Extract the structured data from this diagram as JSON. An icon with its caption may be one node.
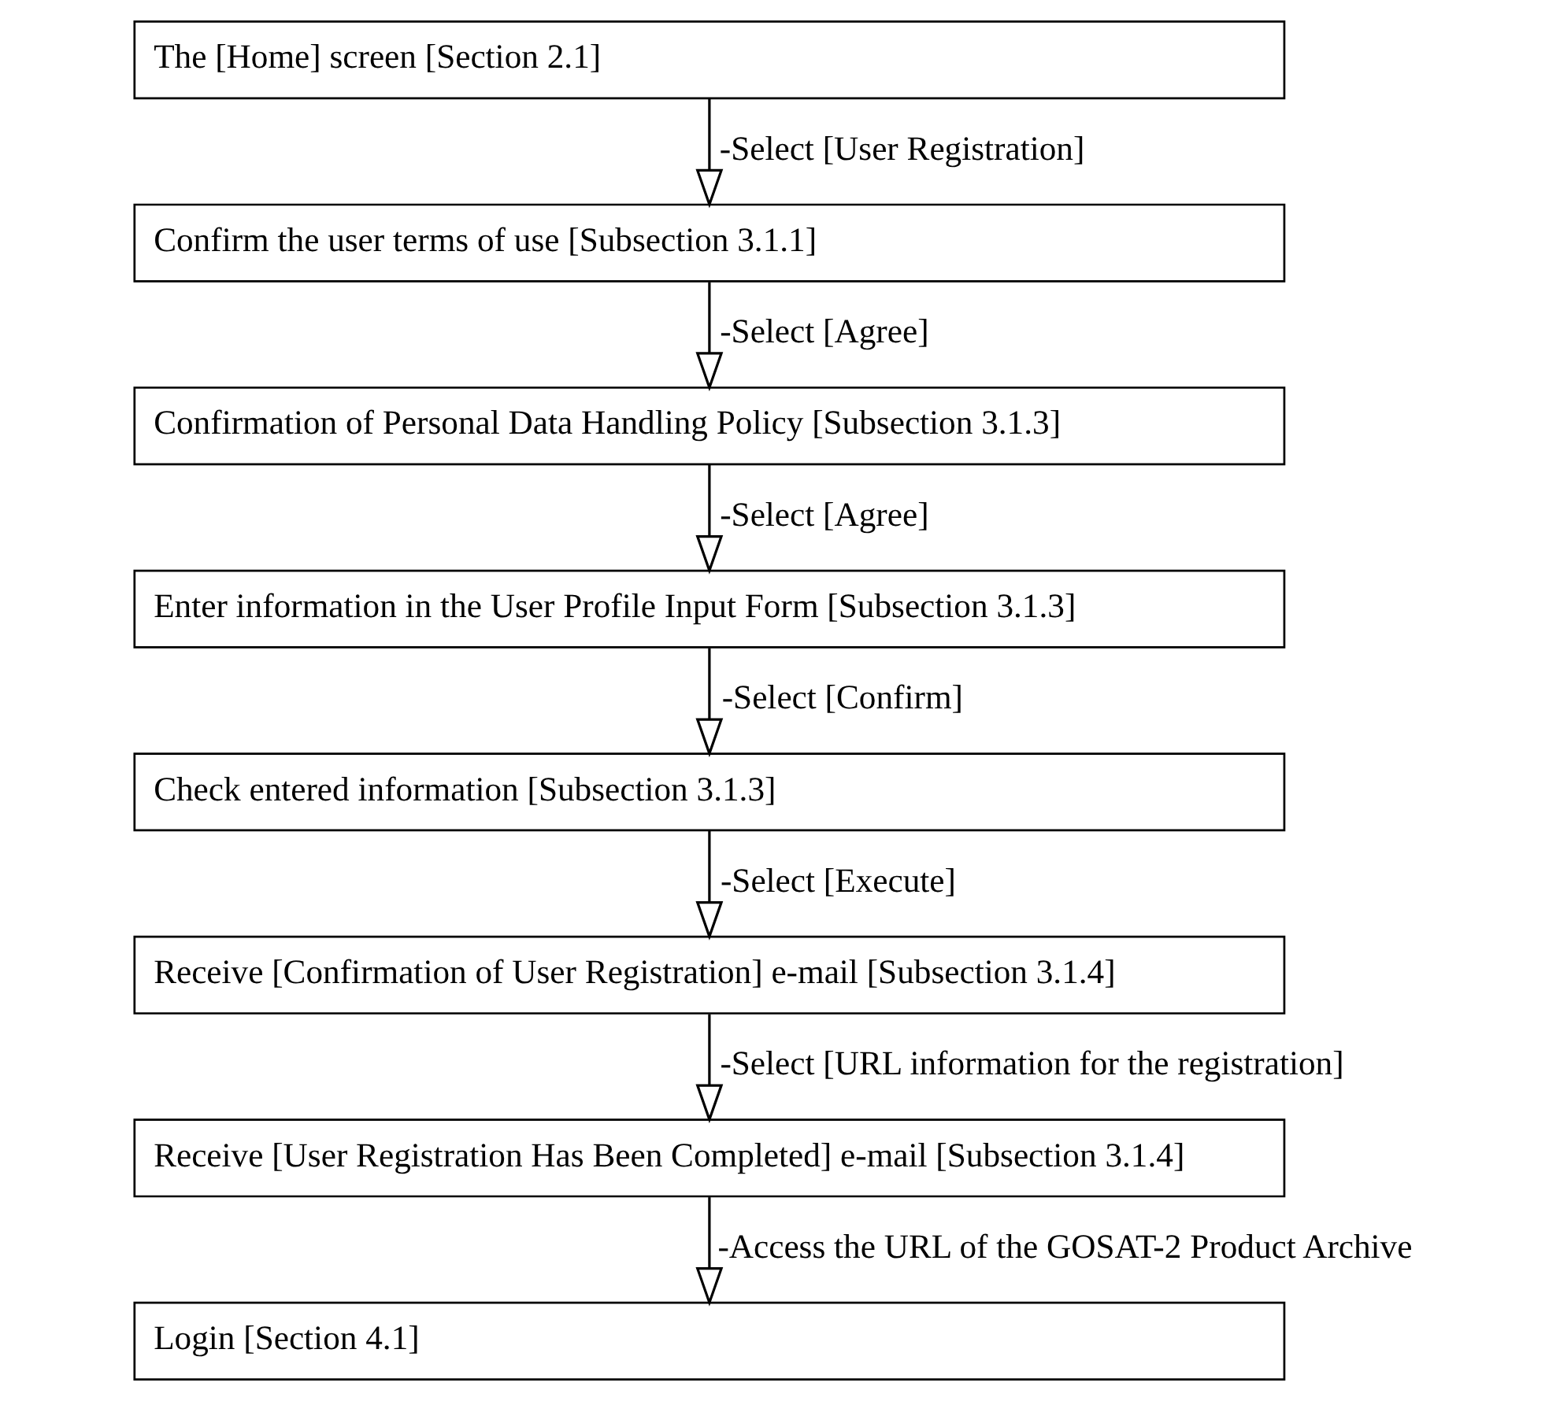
{
  "diagram": {
    "nodes": [
      {
        "text": [
          "The [Home] screen [Section 2.1]"
        ]
      },
      {
        "text": [
          "Confirm the user terms of use [Subsection 3.1.1]"
        ]
      },
      {
        "text": [
          "Confirmation of Personal Data Handling Policy [Subsection 3.1.3]"
        ]
      },
      {
        "text": [
          "Enter information in the User Profile Input Form [Subsection 3.1.3]"
        ]
      },
      {
        "text": [
          "Check entered information [Subsection 3.1.3]"
        ]
      },
      {
        "text": [
          "Receive [Confirmation of User Registration] e-mail [Subsection 3.1.4]"
        ]
      },
      {
        "text": [
          "Receive [User Registration Has Been Completed] e-mail [Subsection 3.1.4]"
        ]
      },
      {
        "text": [
          "Login [Section 4.1]"
        ]
      }
    ],
    "edges": [
      {
        "from": 0,
        "to": 1,
        "arrow": "to",
        "label": "-Select [User Registration]"
      },
      {
        "from": 1,
        "to": 2,
        "arrow": "to",
        "label": "-Select [Agree]"
      },
      {
        "from": 2,
        "to": 3,
        "arrow": "to",
        "label": "-Select [Agree]"
      },
      {
        "from": 3,
        "to": 4,
        "arrow": "to",
        "label": "-Select [Confirm]"
      },
      {
        "from": 4,
        "to": 5,
        "arrow": "to",
        "label": "-Select [Execute]"
      },
      {
        "from": 5,
        "to": 6,
        "arrow": "to",
        "label": "-Select [URL information for the registration]"
      },
      {
        "from": 6,
        "to": 7,
        "arrow": "to",
        "label": "-Access the URL of the GOSAT-2 Product Archive"
      }
    ]
  }
}
